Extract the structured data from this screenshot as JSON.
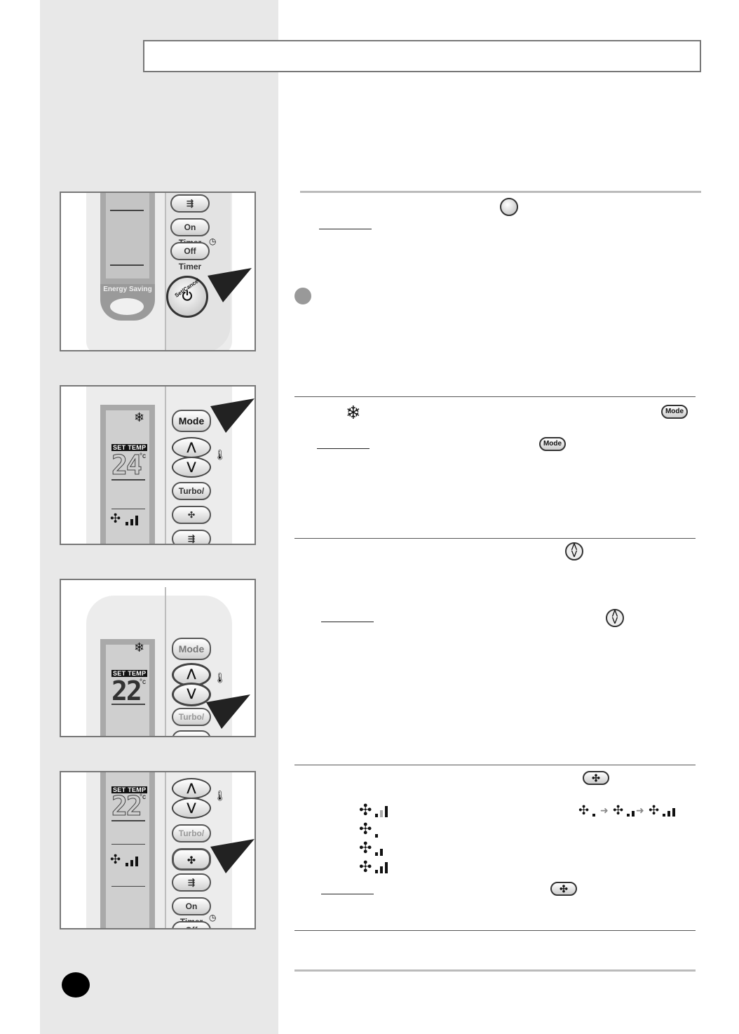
{
  "remote_buttons": {
    "on_timer": "On Timer",
    "off_timer": "Off Timer",
    "energy_saving": "Energy Saving",
    "set_cancel": "Set/Cancel",
    "mode": "Mode",
    "turbo": "Turbo/"
  },
  "lcd": {
    "set_temp_label": "SET TEMP",
    "temp_panel2": "24",
    "temp_panel3": "22",
    "temp_panel4": "22",
    "unit": "°c"
  },
  "inline_icons": {
    "mode_label": "Mode"
  },
  "fan_speed_indicator_levels": {
    "panel2": 3,
    "panel4": 3,
    "auto": 3,
    "low": 1,
    "medium": 2,
    "high": 3
  },
  "colors": {
    "sidebar": "#e8e8e8",
    "border": "#777777",
    "rule": "#555555"
  }
}
